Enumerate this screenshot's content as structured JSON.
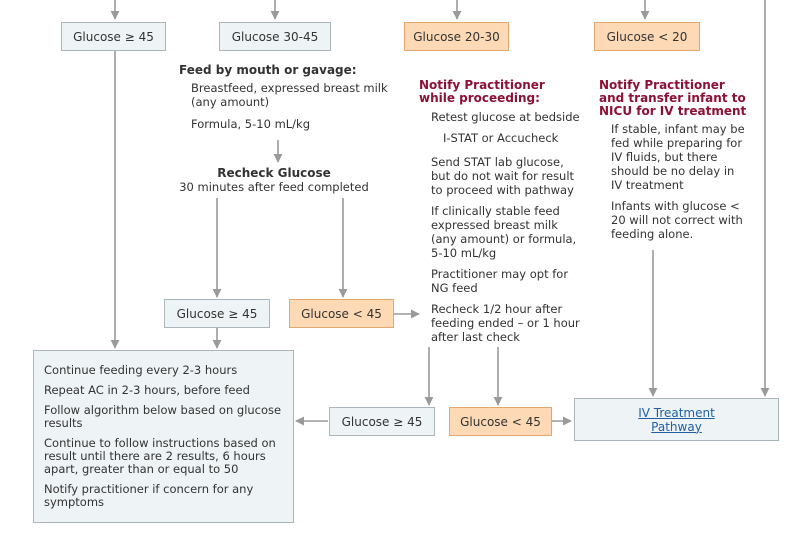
{
  "top_row": {
    "glucose_ge45": "Glucose ≥ 45",
    "glucose_30_45": "Glucose 30-45",
    "glucose_20_30": "Glucose 20-30",
    "glucose_lt20": "Glucose < 20"
  },
  "feed_section": {
    "heading": "Feed by mouth or gavage:",
    "item1": "Breastfeed, expressed breast milk (any amount)",
    "item2": "Formula, 5-10 mL/kg",
    "recheck_title": "Recheck Glucose",
    "recheck_sub": "30 minutes after feed completed"
  },
  "mid_row": {
    "glucose_ge45": "Glucose ≥ 45",
    "glucose_lt45": "Glucose < 45"
  },
  "notify_proceed": {
    "heading": "Notify Practitioner while proceeding:",
    "steps": [
      "Retest glucose at bedside",
      "I-STAT or Accucheck",
      "Send STAT lab glucose, but do not wait for result to proceed with pathway",
      "If clinically stable feed expressed breast milk (any amount) or formula, 5-10 mL/kg",
      "Practitioner may opt for NG feed",
      "Recheck 1/2 hour after feeding ended – or 1 hour after last check"
    ]
  },
  "notify_nicu": {
    "heading": "Notify Practitioner and transfer infant to NICU for IV treatment",
    "steps": [
      "If stable, infant may be fed while preparing for IV fluids, but there should be no delay in IV treatment",
      "Infants with glucose < 20 will not correct with feeding alone."
    ]
  },
  "continue_box": {
    "items": [
      "Continue feeding every 2-3 hours",
      "Repeat AC in 2-3 hours, before feed",
      "Follow algorithm below based on glucose results",
      "Continue to follow instructions based on result until there are 2 results, 6 hours apart, greater than or equal to 50",
      "Notify practitioner if concern for any symptoms"
    ]
  },
  "bottom_row": {
    "glucose_ge45": "Glucose ≥ 45",
    "glucose_lt45": "Glucose < 45",
    "iv_link_line1": "IV Treatment",
    "iv_link_line2": "Pathway"
  },
  "colors": {
    "grey_box": "#eef3f5",
    "orange_box": "#fdd9b5",
    "heading_red": "#8c1136",
    "arrow": "#9a9a9a",
    "link": "#1f5fa8"
  }
}
